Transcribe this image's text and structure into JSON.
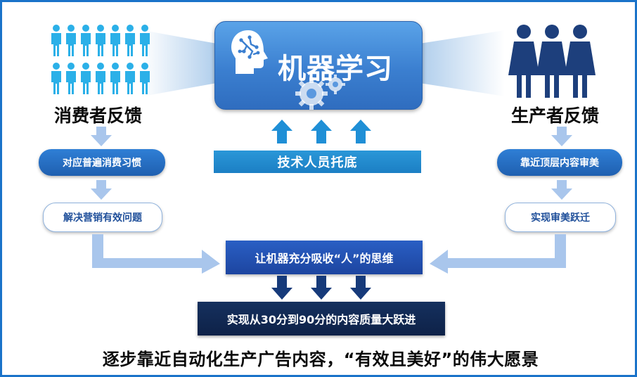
{
  "top": {
    "title": "机器学习"
  },
  "left": {
    "title": "消费者反馈",
    "step1": "对应普遍消费习惯",
    "step2": "解决营销有效问题"
  },
  "right": {
    "title": "生产者反馈",
    "step1": "靠近顶层内容审美",
    "step2": "实现审美跃迁"
  },
  "support": {
    "label": "技术人员托底"
  },
  "middle": {
    "label": "让机器充分吸收“人”的思维"
  },
  "bottom": {
    "label": "实现从30分到90分的内容质量大跃进"
  },
  "footer": {
    "text": "逐步靠近自动化生产广告内容，“有效且美好”的伟大愿景"
  },
  "icons": {
    "consumers": "people-group-icon",
    "producers": "women-group-icon",
    "brain": "brain-icon",
    "gears": "gear-icon"
  },
  "colors": {
    "border": "#1a73c9",
    "ml_box": "#3b7fd0",
    "pill": "#2f7fd6",
    "light_arrow": "#a9c6ec",
    "dark_arrow": "#163a7a",
    "tech_arrow": "#1f8fd6",
    "consumer_people": "#2bb0e8",
    "producer_people": "#1d3f7c"
  }
}
